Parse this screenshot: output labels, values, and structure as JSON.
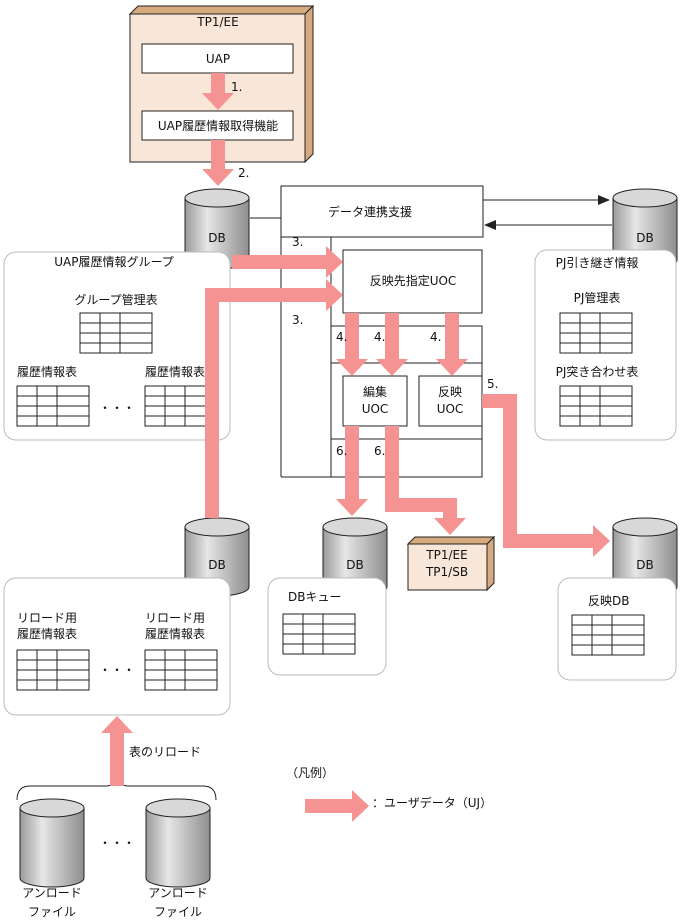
{
  "colors": {
    "arrow": "#f59393",
    "tp1_face": "#f8e6d8",
    "tp1_side": "#d6aa7e",
    "db": "#c8c8c8"
  },
  "tp1_top": {
    "title": "TP1/EE",
    "uap": "UAP",
    "history_function": "UAP履歴情報取得機能"
  },
  "steps": {
    "s1": "1.",
    "s2": "2.",
    "s3a": "3.",
    "s3b": "3.",
    "s4a": "4.",
    "s4b": "4.",
    "s4c": "4.",
    "s5": "5.",
    "s6a": "6.",
    "s6b": "6."
  },
  "db_label": "DB",
  "data_link": {
    "title": "データ連携支援",
    "target_uoc": "反映先指定UOC",
    "edit_uoc": [
      "編集",
      "UOC"
    ],
    "reflect_uoc": [
      "反映",
      "UOC"
    ]
  },
  "uap_group": {
    "title": "UAP履歴情報グループ",
    "group_table": "グループ管理表",
    "history_table_left": "履歴情報表",
    "history_table_right": "履歴情報表",
    "ellipsis": "・・・"
  },
  "pj_group": {
    "title": "PJ引き継ぎ情報",
    "pj_table": "PJ管理表",
    "pj_match_table": "PJ突き合わせ表"
  },
  "tp1_bottom": {
    "line1": "TP1/EE",
    "line2": "TP1/SB"
  },
  "reload_group": {
    "left": [
      "リロード用",
      "履歴情報表"
    ],
    "right": [
      "リロード用",
      "履歴情報表"
    ],
    "ellipsis": "・・・"
  },
  "db_queue": {
    "title": "DBキュー"
  },
  "reflect_db": {
    "title": "反映DB"
  },
  "reload_label": "表のリロード",
  "unload": {
    "left": [
      "アンロード",
      "ファイル"
    ],
    "right": [
      "アンロード",
      "ファイル"
    ],
    "ellipsis": "・・・"
  },
  "legend": {
    "title": "（凡例）",
    "user_data": "：ユーザデータ（UJ）"
  }
}
